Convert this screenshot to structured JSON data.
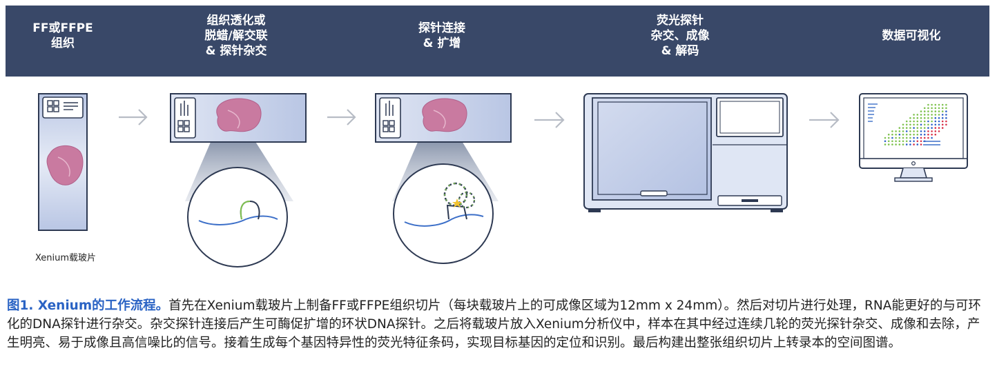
{
  "header": {
    "steps": [
      {
        "label": "FF或FFPE\n组织"
      },
      {
        "label": "组织透化或\n脱蜡/解交联\n& 探针杂交"
      },
      {
        "label": "探针连接\n& 扩增"
      },
      {
        "label": "荧光探针\n杂交、成像\n& 解码"
      },
      {
        "label": "数据可视化"
      }
    ]
  },
  "slide_caption": "Xenium载玻片",
  "caption": {
    "title": "图1. Xenium的工作流程。",
    "body": "首先在Xenium载玻片上制备FF或FFPE组织切片（每块载玻片上的可成像区域为12mm x 24mm）。然后对切片进行处理，RNA能更好的与可环化的DNA探针进行杂交。杂交探针连接后产生可酶促扩增的环状DNA探针。之后将载玻片放入Xenium分析仪中，样本在其中经过连续几轮的荧光探针杂交、成像和去除，产生明亮、易于成像且高信噪比的信号。接着生成每个基因特异性的荧光特征条码，实现目标基因的定位和识别。最后构建出整张组织切片上转录本的空间图谱。"
  },
  "colors": {
    "header_bg": "#394868",
    "caption_title": "#2a63c4",
    "slide_fill": "#c9d3ea",
    "tissue": "#c97aa0",
    "arrow": "#b7bcc5",
    "dot_green": "#7fc24e",
    "dot_blue": "#2f62c9",
    "dot_red": "#d8324a"
  }
}
